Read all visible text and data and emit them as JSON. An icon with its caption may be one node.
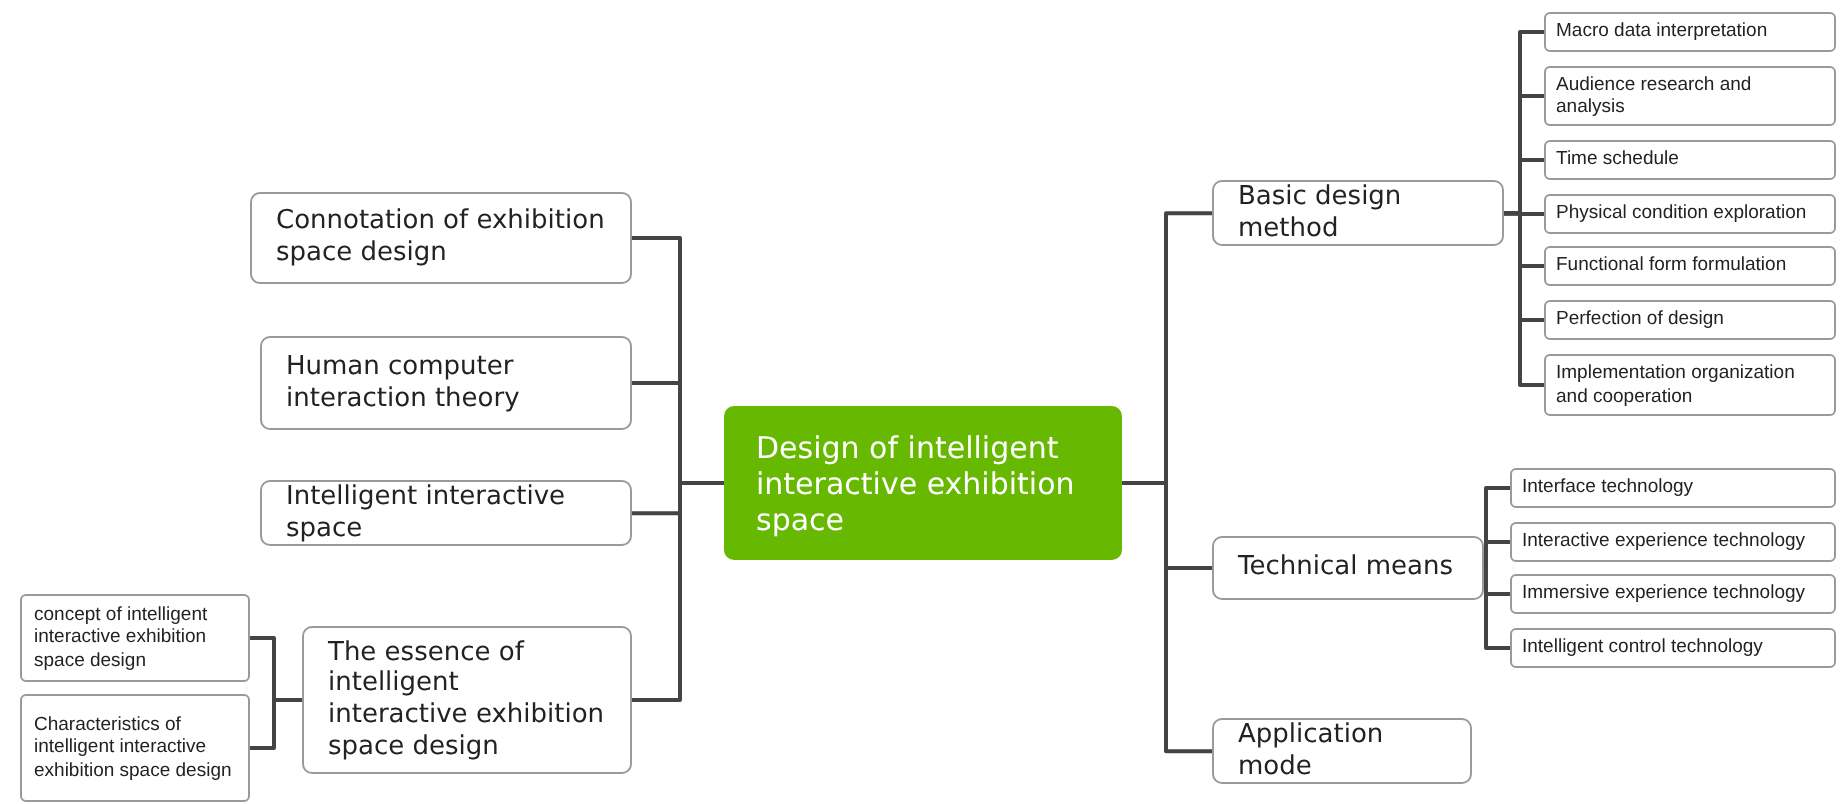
{
  "diagram": {
    "nodes": [
      {
        "text": [
          "Design of intelligent interactive exhibition space"
        ]
      },
      {
        "text": [
          "Connotation of exhibition space design"
        ]
      },
      {
        "text": [
          "Human computer interaction theory"
        ]
      },
      {
        "text": [
          "Intelligent interactive space"
        ]
      },
      {
        "text": [
          "The essence of intelligent interactive exhibition space  design"
        ]
      },
      {
        "text": [
          "concept of intelligent interactive exhibition space design"
        ]
      },
      {
        "text": [
          "Characteristics of intelligent interactive exhibition space design"
        ]
      },
      {
        "text": [
          "Basic design method"
        ]
      },
      {
        "text": [
          "Macro data interpretation"
        ]
      },
      {
        "text": [
          "Audience research and analysis"
        ]
      },
      {
        "text": [
          "Time schedule"
        ]
      },
      {
        "text": [
          "Physical condition exploration"
        ]
      },
      {
        "text": [
          "Functional form formulation"
        ]
      },
      {
        "text": [
          "Perfection of design"
        ]
      },
      {
        "text": [
          "Implementation organization and cooperation"
        ]
      },
      {
        "text": [
          "Technical means"
        ]
      },
      {
        "text": [
          "Interface technology"
        ]
      },
      {
        "text": [
          "Interactive experience technology"
        ]
      },
      {
        "text": [
          "Immersive experience technology"
        ]
      },
      {
        "text": [
          "Intelligent control technology"
        ]
      },
      {
        "text": [
          "Application mode"
        ]
      }
    ],
    "edges": [
      {
        "from": 0,
        "to": 1,
        "arrow": "none"
      },
      {
        "from": 0,
        "to": 2,
        "arrow": "none"
      },
      {
        "from": 0,
        "to": 3,
        "arrow": "none"
      },
      {
        "from": 0,
        "to": 4,
        "arrow": "none"
      },
      {
        "from": 4,
        "to": 5,
        "arrow": "none"
      },
      {
        "from": 4,
        "to": 6,
        "arrow": "none"
      },
      {
        "from": 0,
        "to": 7,
        "arrow": "none"
      },
      {
        "from": 7,
        "to": 8,
        "arrow": "none"
      },
      {
        "from": 7,
        "to": 9,
        "arrow": "none"
      },
      {
        "from": 7,
        "to": 10,
        "arrow": "none"
      },
      {
        "from": 7,
        "to": 11,
        "arrow": "none"
      },
      {
        "from": 7,
        "to": 12,
        "arrow": "none"
      },
      {
        "from": 7,
        "to": 13,
        "arrow": "none"
      },
      {
        "from": 7,
        "to": 14,
        "arrow": "none"
      },
      {
        "from": 0,
        "to": 15,
        "arrow": "none"
      },
      {
        "from": 15,
        "to": 16,
        "arrow": "none"
      },
      {
        "from": 15,
        "to": 17,
        "arrow": "none"
      },
      {
        "from": 15,
        "to": 18,
        "arrow": "none"
      },
      {
        "from": 15,
        "to": 19,
        "arrow": "none"
      },
      {
        "from": 0,
        "to": 20,
        "arrow": "none"
      }
    ]
  }
}
